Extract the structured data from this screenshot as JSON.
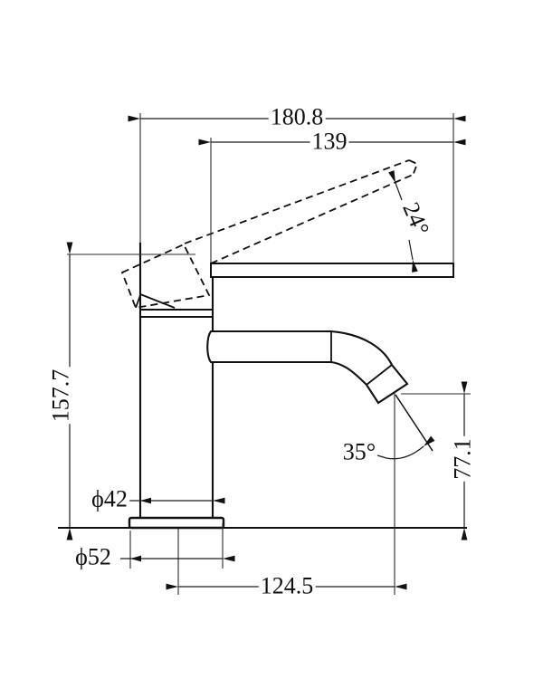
{
  "drawing": {
    "type": "technical-dimension-drawing",
    "subject": "basin tap side elevation with raised lever shown dashed",
    "units": "mm",
    "background_color": "#ffffff",
    "line_color": "#1a1a1a",
    "dimensions": {
      "overall_reach": "180.8",
      "lever_reach": "139",
      "lever_angle": "24°",
      "overall_height": "157.7",
      "spout_height": "77.1",
      "body_diameter": "ϕ42",
      "base_diameter": "ϕ52",
      "aerator_reach": "124.5",
      "spray_angle": "35°"
    }
  }
}
